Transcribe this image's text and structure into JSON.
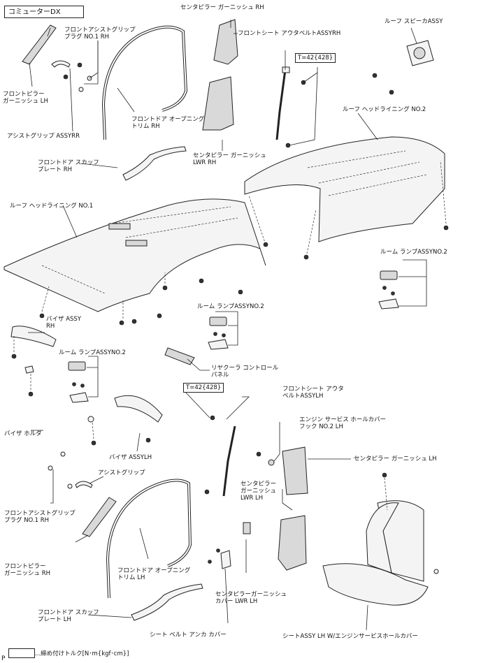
{
  "model_label": "コミューターDX",
  "torque_value": "T=42{428}",
  "legend_text": "...締め付けトルク[N･m{kgf･cm}]",
  "page_marker": "P",
  "labels": {
    "center_pillar_garnish_rh": "センタピラー ガーニッシュ RH",
    "front_assist_grip_plug_rh_top": "フロントアシストグリップ\nプラグ NO.1 RH",
    "front_seat_outer_belt_rh": "フロントシート アウタベルトASSYRH",
    "roof_speaker": "ルーフ スピーカASSY",
    "front_pillar_garnish_lh": "フロントピラー\nガーニッシュ LH",
    "assist_grip_rr": "アシストグリップ ASSYRR",
    "front_door_opening_trim_rh": "フロントドア オープニング\nトリム RH",
    "roof_headlining_no2": "ルーフ ヘッドライニング NO.2",
    "center_pillar_garnish_lwr_rh": "センタピラー ガーニッシュ\nLWR RH",
    "front_door_scuff_plate_rh": "フロントドア スカッフ\nプレート RH",
    "roof_headlining_no1": "ルーフ ヘッドライニング NO.1",
    "room_lamp_no2_right": "ルーム ランプASSYNO.2",
    "room_lamp_no2_center": "ルーム ランプASSYNO.2",
    "visor_rh": "バイザ ASSY\nRH",
    "room_lamp_no2_left": "ルーム ランプASSYNO.2",
    "rear_cooler_control_panel": "リヤクーラ コントロール\nパネル",
    "front_seat_outer_belt_lh": "フロントシート アウタ\nベルトASSYLH",
    "engine_service_hole_cover_hook": "エンジン サービス ホールカバー\nフック NO.2 LH",
    "visor_holder": "バイザ ホルダ",
    "visor_lh": "バイザ ASSYLH",
    "center_pillar_garnish_lh": "センタピラー ガーニッシュ LH",
    "assist_grip": "アシストグリップ",
    "front_assist_grip_plug_rh_bottom": "フロントアシストグリップ\nプラグ NO.1 RH",
    "center_pillar_garnish_lwr_lh": "センタピラー\nガーニッシュ\nLWR LH",
    "front_pillar_garnish_rh": "フロントピラー\nガーニッシュ RH",
    "front_door_opening_trim_lh": "フロントドア オープニング\nトリム LH",
    "center_pillar_garnish_cover_lwr_lh": "センタピラーガーニッシュ\nカバー LWR LH",
    "front_door_scuff_plate_lh": "フロントドア スカッフ\nプレート LH",
    "seat_belt_anchor_cover": "シート ベルト アンカ カバー",
    "seat_lh_engine_cover": "シートASSY LH W/エンジンサービスホールカバー"
  }
}
